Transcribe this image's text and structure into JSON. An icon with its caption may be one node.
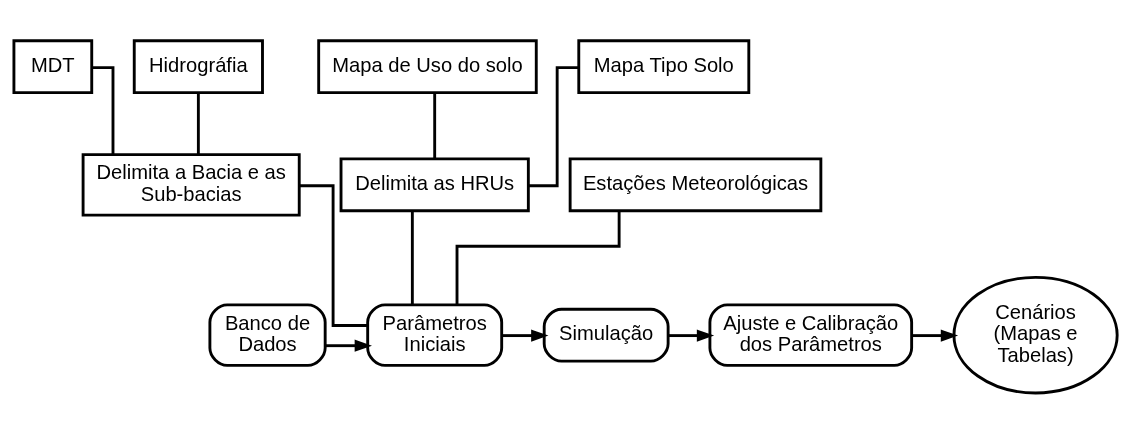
{
  "diagram": {
    "nodes": [
      {
        "text": [
          "MDT"
        ]
      },
      {
        "text": [
          "Hidrográfia"
        ]
      },
      {
        "text": [
          "Mapa de Uso do solo"
        ]
      },
      {
        "text": [
          "Mapa Tipo Solo"
        ]
      },
      {
        "text": [
          "Delimita a Bacia e as Sub-bacias"
        ]
      },
      {
        "text": [
          "Delimita as HRUs"
        ]
      },
      {
        "text": [
          "Estações Meteorológicas"
        ]
      },
      {
        "text": [
          "Banco de Dados"
        ]
      },
      {
        "text": [
          "Parâmetros Iniciais"
        ]
      },
      {
        "text": [
          "Simulação"
        ]
      },
      {
        "text": [
          "Ajuste e Calibração dos Parâmetros"
        ]
      },
      {
        "text": [
          "Cenários (Mapas e Tabelas)"
        ]
      }
    ],
    "edges": [
      {
        "from": 0,
        "to": 4,
        "arrow": "none"
      },
      {
        "from": 1,
        "to": 4,
        "arrow": "none"
      },
      {
        "from": 2,
        "to": 5,
        "arrow": "none"
      },
      {
        "from": 3,
        "to": 5,
        "arrow": "none"
      },
      {
        "from": 4,
        "to": 8,
        "arrow": "none"
      },
      {
        "from": 5,
        "to": 8,
        "arrow": "none"
      },
      {
        "from": 6,
        "to": 8,
        "arrow": "none"
      },
      {
        "from": 7,
        "to": 8,
        "arrow": "to"
      },
      {
        "from": 8,
        "to": 9,
        "arrow": "to"
      },
      {
        "from": 9,
        "to": 10,
        "arrow": "to"
      },
      {
        "from": 10,
        "to": 11,
        "arrow": "to"
      }
    ]
  }
}
